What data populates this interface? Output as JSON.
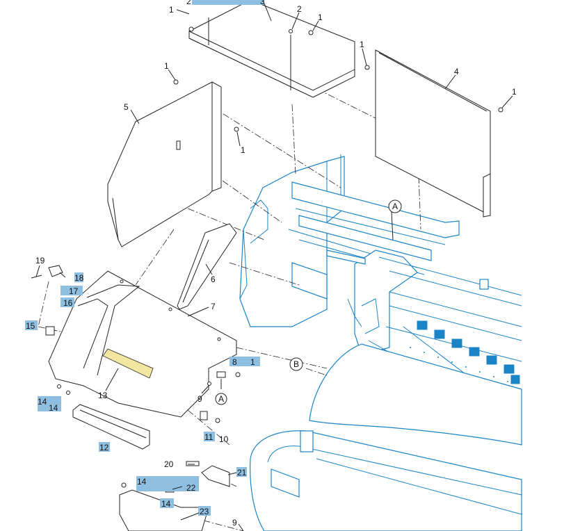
{
  "diagram": {
    "callouts": [
      {
        "id": "c1a",
        "text": "1",
        "highlight": true
      },
      {
        "id": "c2a",
        "text": "2",
        "highlight": true
      },
      {
        "id": "c3",
        "text": "3",
        "highlight": true
      },
      {
        "id": "c2b",
        "text": "2",
        "highlight": false
      },
      {
        "id": "c1b",
        "text": "1",
        "highlight": false
      },
      {
        "id": "c1c",
        "text": "1",
        "highlight": false
      },
      {
        "id": "c4",
        "text": "4",
        "highlight": false
      },
      {
        "id": "c1d",
        "text": "1",
        "highlight": false
      },
      {
        "id": "c1e",
        "text": "1",
        "highlight": false
      },
      {
        "id": "c5",
        "text": "5",
        "highlight": false
      },
      {
        "id": "c1f",
        "text": "1",
        "highlight": false
      },
      {
        "id": "c6",
        "text": "6",
        "highlight": false
      },
      {
        "id": "c7",
        "text": "7",
        "highlight": false
      },
      {
        "id": "c19",
        "text": "19",
        "highlight": false
      },
      {
        "id": "c18",
        "text": "18",
        "highlight": true
      },
      {
        "id": "c17",
        "text": "17",
        "highlight": true
      },
      {
        "id": "c16",
        "text": "16",
        "highlight": true
      },
      {
        "id": "c15",
        "text": "15",
        "highlight": true
      },
      {
        "id": "c8",
        "text": "8",
        "highlight": true
      },
      {
        "id": "c1g",
        "text": "1",
        "highlight": true
      },
      {
        "id": "c9a",
        "text": "9",
        "highlight": false
      },
      {
        "id": "c13",
        "text": "13",
        "highlight": false
      },
      {
        "id": "c14a",
        "text": "14",
        "highlight": true
      },
      {
        "id": "c14b",
        "text": "14",
        "highlight": true
      },
      {
        "id": "c11",
        "text": "11",
        "highlight": true
      },
      {
        "id": "c10",
        "text": "10",
        "highlight": false
      },
      {
        "id": "c12",
        "text": "12",
        "highlight": true
      },
      {
        "id": "c20",
        "text": "20",
        "highlight": false
      },
      {
        "id": "c21",
        "text": "21",
        "highlight": true
      },
      {
        "id": "c14c",
        "text": "14",
        "highlight": true
      },
      {
        "id": "c22",
        "text": "22",
        "highlight": true
      },
      {
        "id": "c14d",
        "text": "14",
        "highlight": true
      },
      {
        "id": "c23",
        "text": "23",
        "highlight": true
      },
      {
        "id": "c9b",
        "text": "9",
        "highlight": false
      }
    ],
    "reference_markers": [
      {
        "id": "refA1",
        "text": "A"
      },
      {
        "id": "refA2",
        "text": "A"
      },
      {
        "id": "refB",
        "text": "B"
      }
    ],
    "colors": {
      "highlight": "#8fbfe0",
      "machine_outline": "#1a84c7",
      "label_strip": "#f3e6a0"
    }
  }
}
